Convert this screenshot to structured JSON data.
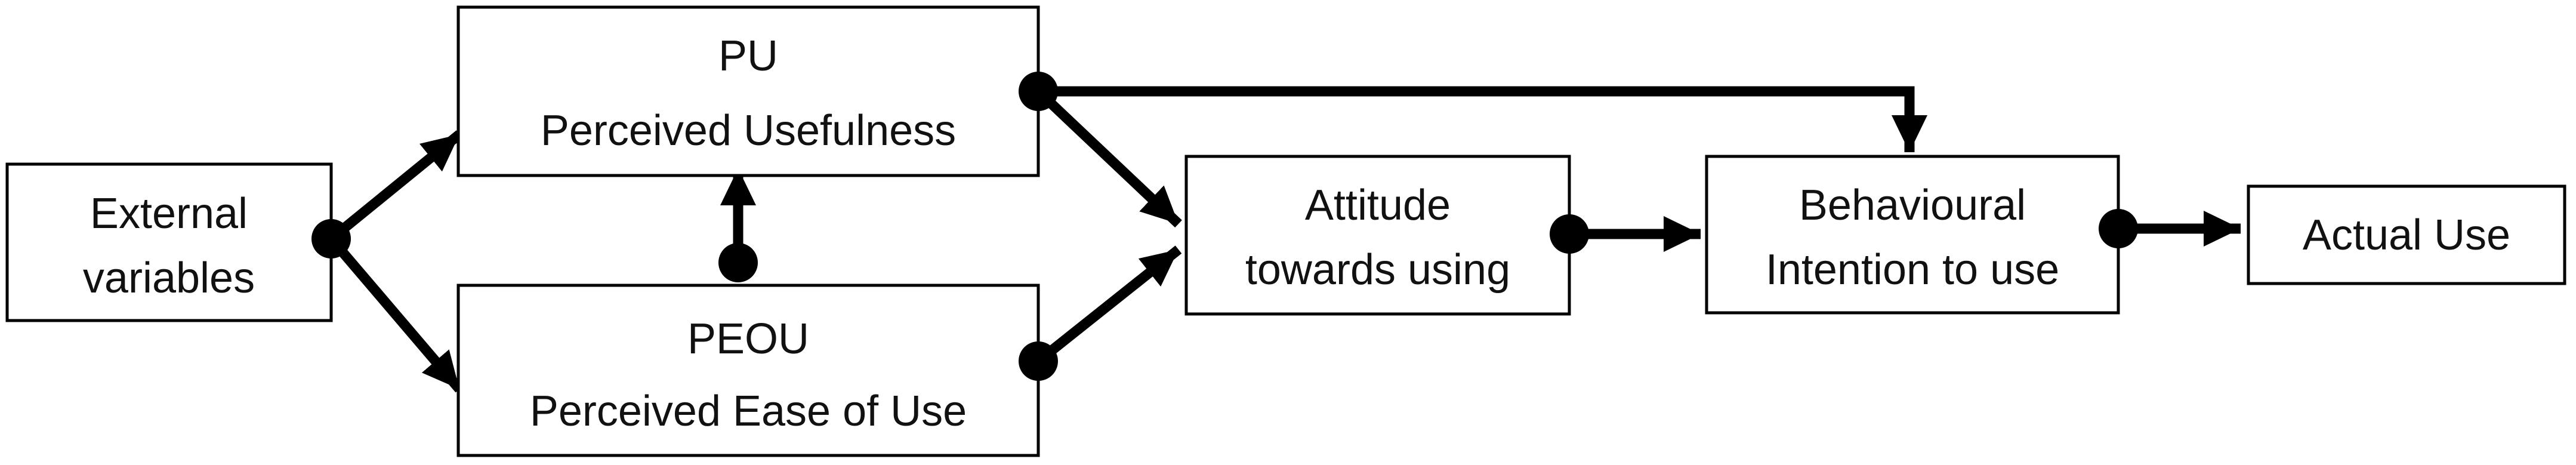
{
  "nodes": {
    "external": {
      "lines": [
        "External",
        "variables"
      ]
    },
    "pu": {
      "lines": [
        "PU",
        "Perceived Usefulness"
      ]
    },
    "peou": {
      "lines": [
        "PEOU",
        "Perceived Ease of Use"
      ]
    },
    "attitude": {
      "lines": [
        "Attitude",
        "towards using"
      ]
    },
    "intention": {
      "lines": [
        "Behavioural",
        "Intention to use"
      ]
    },
    "actual": {
      "lines": [
        "Actual Use"
      ]
    }
  },
  "edges": [
    {
      "from": "External variables",
      "to": "PU Perceived Usefulness"
    },
    {
      "from": "External variables",
      "to": "PEOU Perceived Ease of Use"
    },
    {
      "from": "PEOU Perceived Ease of Use",
      "to": "PU Perceived Usefulness"
    },
    {
      "from": "PU Perceived Usefulness",
      "to": "Attitude towards using"
    },
    {
      "from": "PEOU Perceived Ease of Use",
      "to": "Attitude towards using"
    },
    {
      "from": "PU Perceived Usefulness",
      "to": "Behavioural Intention to use"
    },
    {
      "from": "Attitude towards using",
      "to": "Behavioural Intention to use"
    },
    {
      "from": "Behavioural Intention to use",
      "to": "Actual Use"
    }
  ],
  "colors": {
    "stroke": "#000000",
    "fill": "#ffffff",
    "text": "#111111"
  }
}
